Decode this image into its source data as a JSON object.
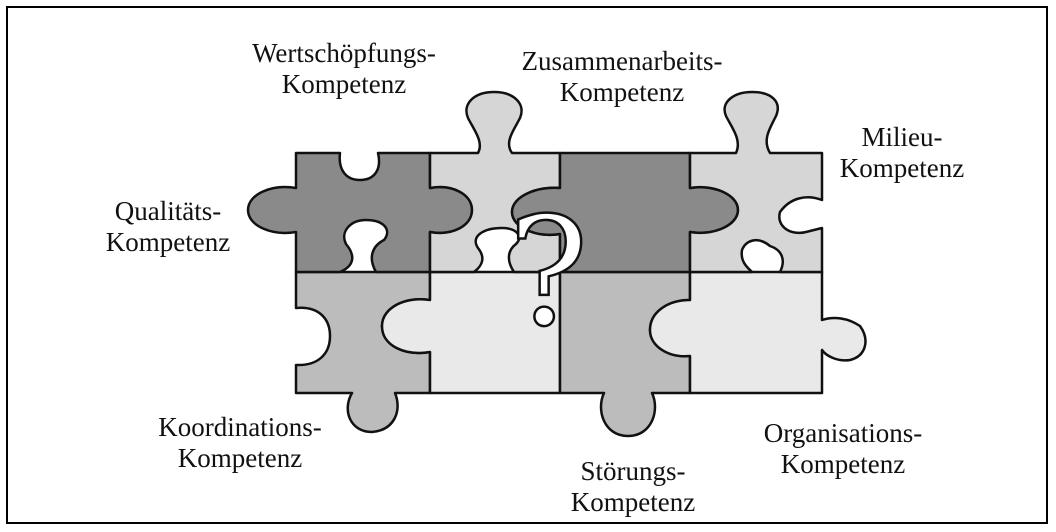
{
  "labels": {
    "wertschoepfung": [
      "Wertschöpfungs-",
      "Kompetenz"
    ],
    "zusammenarbeit": [
      "Zusammenarbeits-",
      "Kompetenz"
    ],
    "milieu": [
      "Milieu-",
      "Kompetenz"
    ],
    "qualitaet": [
      "Qualitäts-",
      "Kompetenz"
    ],
    "koordination": [
      "Koordinations-",
      "Kompetenz"
    ],
    "stoerung": [
      "Störungs-",
      "Kompetenz"
    ],
    "organisation": [
      "Organisations-",
      "Kompetenz"
    ]
  },
  "center_symbol": "?",
  "colors": {
    "dark_piece": "#8a8a8a",
    "mid_piece": "#bcbcbc",
    "light_piece": "#d6d6d6",
    "lightest_piece": "#e9e9e9",
    "outline": "#111111"
  }
}
